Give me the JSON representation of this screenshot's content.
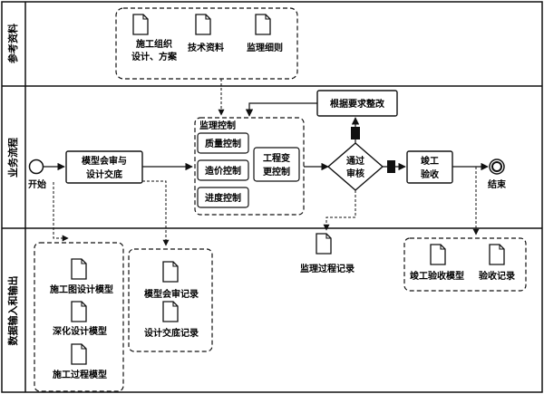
{
  "lanes": {
    "reference": "参考资料",
    "business": "业务流程",
    "data_io": "数据输入和输出"
  },
  "reference_docs": [
    {
      "line1": "施工组织",
      "line2": "设计、方案"
    },
    {
      "line1": "技术资料",
      "line2": ""
    },
    {
      "line1": "监理细则",
      "line2": ""
    }
  ],
  "flow": {
    "start": "开始",
    "model_review": {
      "line1": "模型会审与",
      "line2": "设计交底"
    },
    "supervision": {
      "title": "监理控制",
      "items": [
        "质量控制",
        "造价控制",
        "进度控制"
      ]
    },
    "change_control": {
      "line1": "工程变",
      "line2": "更控制"
    },
    "decision": {
      "line1": "通过",
      "line2": "审核"
    },
    "rectify": "根据要求整改",
    "completion": {
      "line1": "竣工",
      "line2": "验收"
    },
    "end": "结束"
  },
  "data_docs": {
    "group1": [
      "施工图设计模型",
      "深化设计模型",
      "施工过程模型"
    ],
    "group2": [
      "模型会审记录",
      "设计交底记录"
    ],
    "supervision_record": "监理过程记录",
    "group3": [
      "竣工验收模型",
      "验收记录"
    ]
  }
}
